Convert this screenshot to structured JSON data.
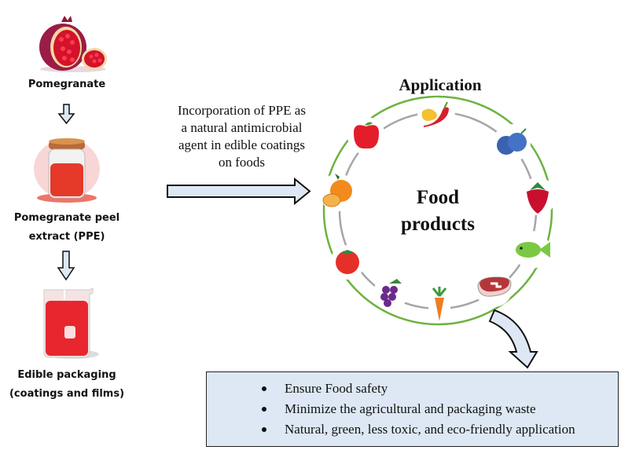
{
  "left_column": {
    "steps": [
      {
        "label_lines": [
          "Pomegranate"
        ],
        "icon": "pomegranate-icon"
      },
      {
        "label_lines": [
          "Pomegranate peel",
          "extract (PPE)"
        ],
        "icon": "powder-jar-icon"
      },
      {
        "label_lines": [
          "Edible packaging",
          "(coatings and films)"
        ],
        "icon": "beaker-icon"
      }
    ]
  },
  "incorporation": {
    "lines": [
      "Incorporation of PPE as",
      "a natural antimicrobial",
      "agent in edible coatings",
      "on foods"
    ]
  },
  "application": {
    "title": "Application",
    "center_lines": [
      "Food",
      "products"
    ],
    "foods": [
      {
        "name": "chili-peppers",
        "icon": "chili-pepper-icon"
      },
      {
        "name": "blueberries",
        "icon": "blueberry-icon"
      },
      {
        "name": "strawberry",
        "icon": "strawberry-icon"
      },
      {
        "name": "fish",
        "icon": "fish-icon"
      },
      {
        "name": "meat",
        "icon": "meat-steak-icon"
      },
      {
        "name": "carrot",
        "icon": "carrot-icon"
      },
      {
        "name": "grapes",
        "icon": "grapes-icon"
      },
      {
        "name": "tomato",
        "icon": "tomato-icon"
      },
      {
        "name": "orange",
        "icon": "orange-icon"
      },
      {
        "name": "apple",
        "icon": "apple-icon"
      }
    ]
  },
  "benefits": {
    "items": [
      "Ensure Food safety",
      "Minimize the agricultural and packaging waste",
      "Natural, green, less toxic, and eco-friendly application"
    ]
  },
  "colors": {
    "arrow_fill": "#dde8f4",
    "outer_ring": "#6cb33f",
    "inner_ring": "#a6a6a6",
    "box_fill": "#dde8f4"
  }
}
